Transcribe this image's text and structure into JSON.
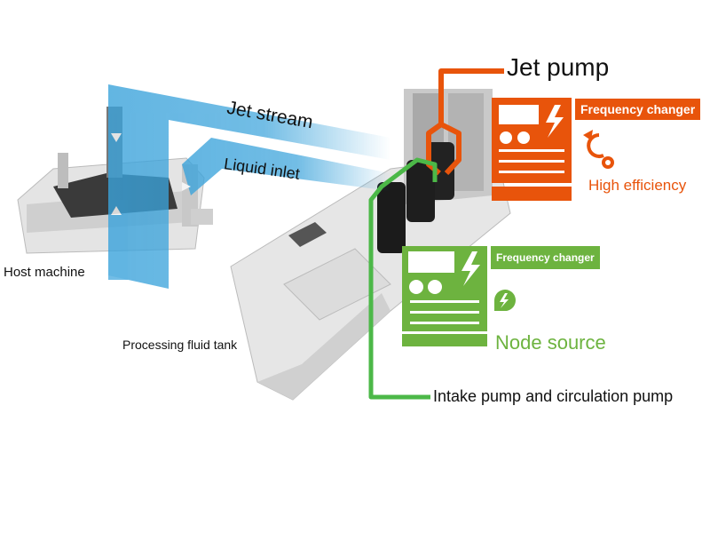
{
  "colors": {
    "stream_blue": "#3ba3db",
    "orange": "#e8540b",
    "green": "#6db33f",
    "green_line": "#4cb848",
    "machine_gray": "#d9d9d9"
  },
  "labels": {
    "jet_stream": "Jet stream",
    "liquid_inlet": "Liquid inlet",
    "host_machine": "Host machine",
    "processing_fluid_tank": "Processing fluid tank",
    "jet_pump": "Jet pump",
    "intake_pump": "Intake pump and circulation pump"
  },
  "jet_pump_panel": {
    "tag": "Frequency changer",
    "feature": "High efficiency",
    "icons": [
      "inverter-device-icon",
      "cycle-gear-icon"
    ]
  },
  "intake_pump_panel": {
    "tag": "Frequency changer",
    "feature": "Node source",
    "icons": [
      "inverter-device-icon",
      "leaf-bolt-icon"
    ]
  }
}
